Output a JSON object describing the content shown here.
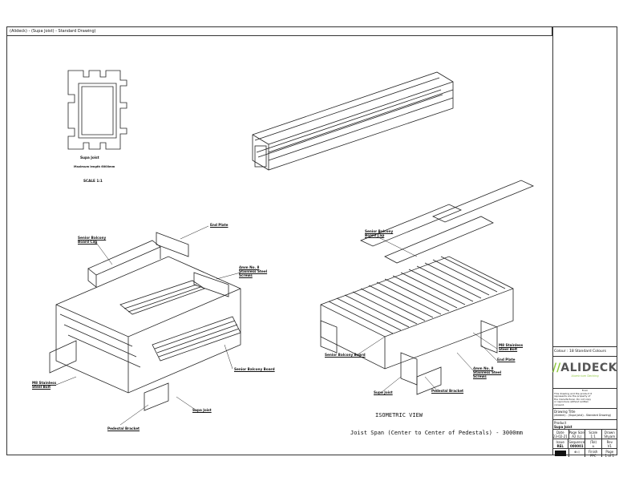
{
  "header": {
    "title": "(Alideck) - (Supa Joist) - Standard Drawing)"
  },
  "profile": {
    "name": "Supa Joist",
    "note": "Maximum length 6000mm",
    "scale": "SCALE 1:1"
  },
  "exploded_labels": {
    "end_plate": "End Plate",
    "board_cap": "Senior Balcony Board Cap",
    "screws": "4mm No. 8 Stainless Steel Screws",
    "board": "Senior Balcony Board",
    "bolt": "M8 Stainless Steel Bolt",
    "joist": "Supa Joist",
    "bracket": "Pedestal Bracket"
  },
  "iso_labels": {
    "board_cap": "Senior Balcony Board Cap",
    "board": "Senior Balcony Board",
    "bolt": "M8 Stainless Steel Bolt",
    "end_plate": "End Plate",
    "screws": "4mm No. 8 Stainless Steel Screws",
    "joist": "Supa Joist",
    "bracket": "Pedestal Bracket",
    "view_title": "ISOMETRIC VIEW",
    "span": "Joist Span (Center to Center of Pedestals) - 3000mm"
  },
  "title_block": {
    "colour": "Colour : 18 Standard Colours",
    "logo": "ALIDECK",
    "logo_sub": "Aluminium Decking",
    "from": "From",
    "disclaimer": "This drawing and the product it represents are the property of the manufacturer. Do not copy or reproduce without written consent.",
    "drawing_title_label": "Drawing Title",
    "drawing_title": "(Alideck) - (Supa Joist) - Standard Drawing)",
    "product_label": "Product",
    "product": "Supa Joist",
    "date_label": "Date",
    "date": "23-02-21",
    "page_size_label": "Page Size",
    "page_size": "A2 (L)",
    "scale_label": "Scale",
    "scale": "1:1",
    "drawn_label": "Drawn",
    "drawn": "Shyam",
    "issue_label": "Issue",
    "issue": "REL",
    "sequence_label": "Sequence",
    "sequence": "000001",
    "tol_label": "(Tol)",
    "tol": "±",
    "rev_label": "Rev",
    "rev": "V1",
    "finish_label": "Finish",
    "finish": "PPC",
    "page_label": "Page",
    "page": "1 of 1"
  },
  "colors": {
    "line": "#222222",
    "logo_green": "#8dc63f",
    "logo_grey": "#555555"
  }
}
